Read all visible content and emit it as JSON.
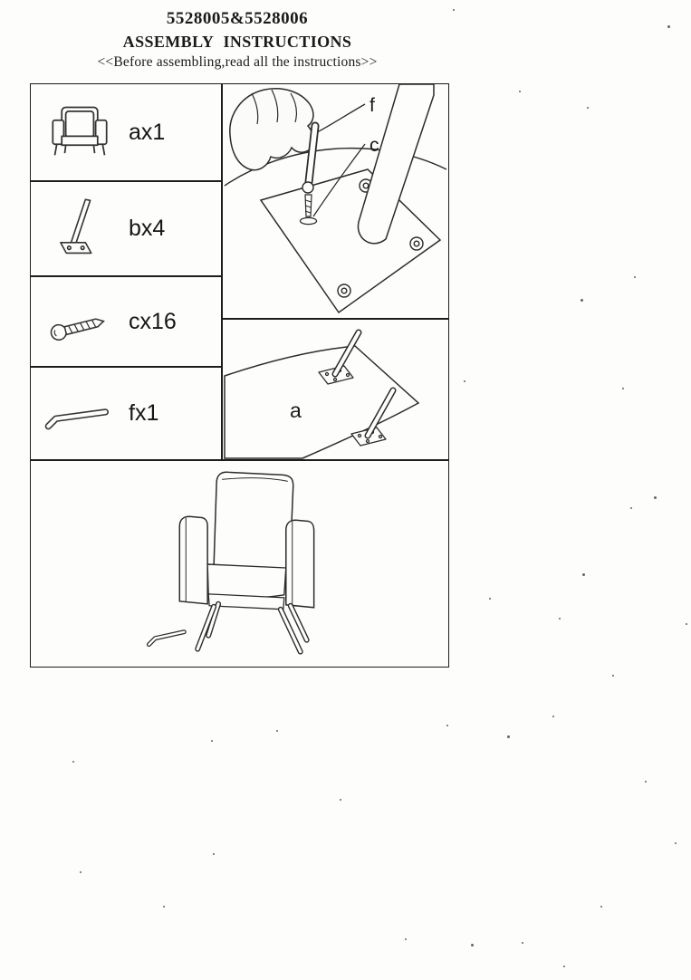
{
  "header": {
    "model_number": "5528005&5528006",
    "title": "ASSEMBLY INSTRUCTIONS",
    "note": "<<Before assembling,read all the instructions>>"
  },
  "parts_list": [
    {
      "icon": "armchair-icon",
      "label": "ax1"
    },
    {
      "icon": "chair-leg-icon",
      "label": "bx4"
    },
    {
      "icon": "screw-icon",
      "label": "cx16"
    },
    {
      "icon": "allen-key-icon",
      "label": "fx1"
    }
  ],
  "diagrams": {
    "fastening_detail": {
      "label_f": "f",
      "label_c": "c"
    },
    "base_with_legs": {
      "label_a": "a"
    }
  },
  "scan_specks": [
    [
      500,
      10,
      2
    ],
    [
      737,
      28,
      3
    ],
    [
      573,
      100,
      2
    ],
    [
      648,
      118,
      2
    ],
    [
      700,
      305,
      2
    ],
    [
      641,
      330,
      3
    ],
    [
      687,
      428,
      2
    ],
    [
      512,
      420,
      2
    ],
    [
      722,
      548,
      3
    ],
    [
      696,
      560,
      2
    ],
    [
      643,
      633,
      3
    ],
    [
      540,
      660,
      2
    ],
    [
      617,
      682,
      2
    ],
    [
      676,
      745,
      2
    ],
    [
      757,
      688,
      2
    ],
    [
      493,
      800,
      2
    ],
    [
      560,
      812,
      3
    ],
    [
      305,
      806,
      2
    ],
    [
      233,
      817,
      2
    ],
    [
      610,
      790,
      2
    ],
    [
      375,
      882,
      2
    ],
    [
      88,
      962,
      2
    ],
    [
      235,
      942,
      2
    ],
    [
      447,
      1036,
      2
    ],
    [
      520,
      1042,
      3
    ],
    [
      576,
      1040,
      2
    ],
    [
      622,
      1066,
      2
    ],
    [
      663,
      1000,
      2
    ],
    [
      745,
      930,
      2
    ],
    [
      712,
      862,
      2
    ],
    [
      180,
      1000,
      2
    ],
    [
      80,
      840,
      2
    ]
  ]
}
